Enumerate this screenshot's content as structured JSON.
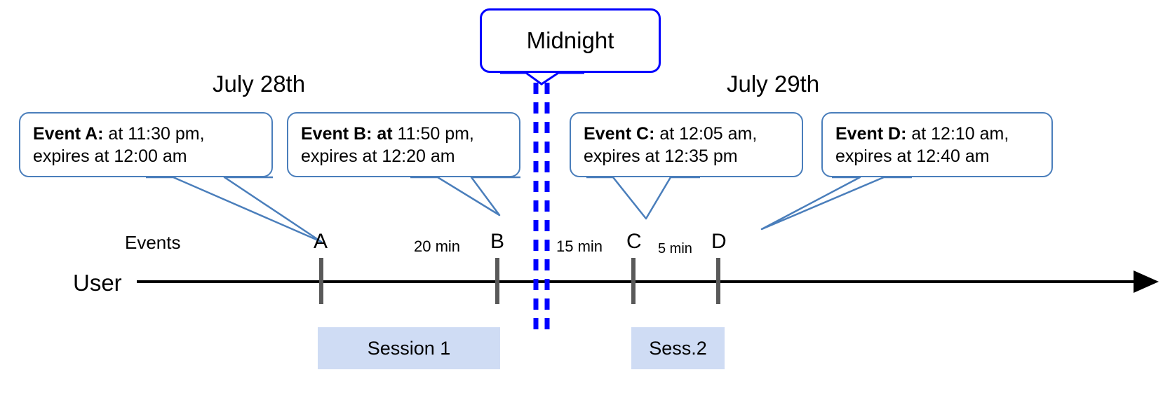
{
  "diagram": {
    "title_bubble": {
      "label": "Midnight"
    },
    "dates": [
      {
        "id": "left",
        "label": "July 28th"
      },
      {
        "id": "right",
        "label": "July 29th"
      }
    ],
    "axis": {
      "row_label": "User",
      "events_label": "Events"
    },
    "callouts": [
      {
        "id": "event-a",
        "bold_prefix": "Event A:",
        "line1_rest": " at 11:30 pm,",
        "line2": "expires at 12:00 am",
        "bold_extra": ""
      },
      {
        "id": "event-b",
        "bold_prefix": "Event B: at",
        "line1_rest": " 11:50 pm,",
        "line2": "expires at 12:20 am",
        "bold_extra": ""
      },
      {
        "id": "event-c",
        "bold_prefix": "Event C:",
        "line1_rest": " at 12:05 am,",
        "line2": "expires at 12:35 pm",
        "bold_extra": ""
      },
      {
        "id": "event-d",
        "bold_prefix": "Event D:",
        "line1_rest": "  at 12:10 am,",
        "line2": "expires at 12:40 am",
        "bold_extra": ""
      }
    ],
    "ticks": [
      {
        "id": "a",
        "label": "A"
      },
      {
        "id": "b",
        "label": "B"
      },
      {
        "id": "c",
        "label": "C"
      },
      {
        "id": "d",
        "label": "D"
      }
    ],
    "gaps": [
      {
        "id": "a-to-b",
        "label": "20 min"
      },
      {
        "id": "b-to-c",
        "label": "15 min"
      },
      {
        "id": "c-to-d",
        "label": "5 min"
      }
    ],
    "sessions": [
      {
        "id": "session-1",
        "label": "Session 1"
      },
      {
        "id": "session-2",
        "label": "Sess.2"
      }
    ],
    "colors": {
      "callout_border": "#4a7ebb",
      "midnight_line": "#0000ff",
      "session_fill": "#cfdcf4",
      "tick_mark": "#595959",
      "axis": "#000000"
    }
  }
}
